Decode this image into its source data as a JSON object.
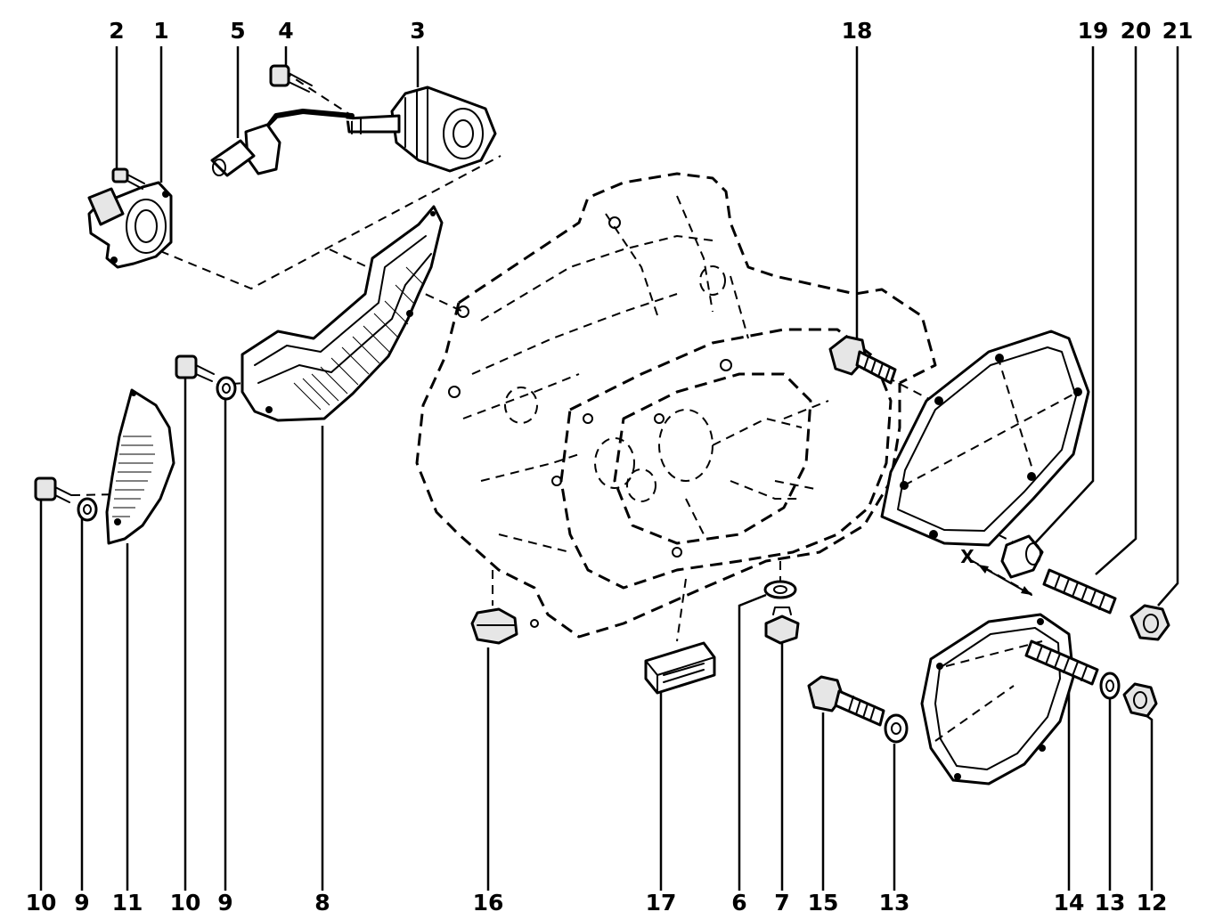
{
  "callouts_top": [
    {
      "id": "c-top-2",
      "text": "2"
    },
    {
      "id": "c-top-1",
      "text": "1"
    },
    {
      "id": "c-top-5",
      "text": "5"
    },
    {
      "id": "c-top-4",
      "text": "4"
    },
    {
      "id": "c-top-3",
      "text": "3"
    },
    {
      "id": "c-top-18",
      "text": "18"
    },
    {
      "id": "c-top-19",
      "text": "19"
    },
    {
      "id": "c-top-20",
      "text": "20"
    },
    {
      "id": "c-top-21",
      "text": "21"
    }
  ],
  "callouts_bottom": [
    {
      "id": "c-bot-10a",
      "text": "10"
    },
    {
      "id": "c-bot-9a",
      "text": "9"
    },
    {
      "id": "c-bot-11",
      "text": "11"
    },
    {
      "id": "c-bot-10b",
      "text": "10"
    },
    {
      "id": "c-bot-9b",
      "text": "9"
    },
    {
      "id": "c-bot-8",
      "text": "8"
    },
    {
      "id": "c-bot-16",
      "text": "16"
    },
    {
      "id": "c-bot-17",
      "text": "17"
    },
    {
      "id": "c-bot-6",
      "text": "6"
    },
    {
      "id": "c-bot-7",
      "text": "7"
    },
    {
      "id": "c-bot-15",
      "text": "15"
    },
    {
      "id": "c-bot-13a",
      "text": "13"
    },
    {
      "id": "c-bot-14",
      "text": "14"
    },
    {
      "id": "c-bot-13b",
      "text": "13"
    },
    {
      "id": "c-bot-12",
      "text": "12"
    }
  ],
  "dimension_label": "X"
}
